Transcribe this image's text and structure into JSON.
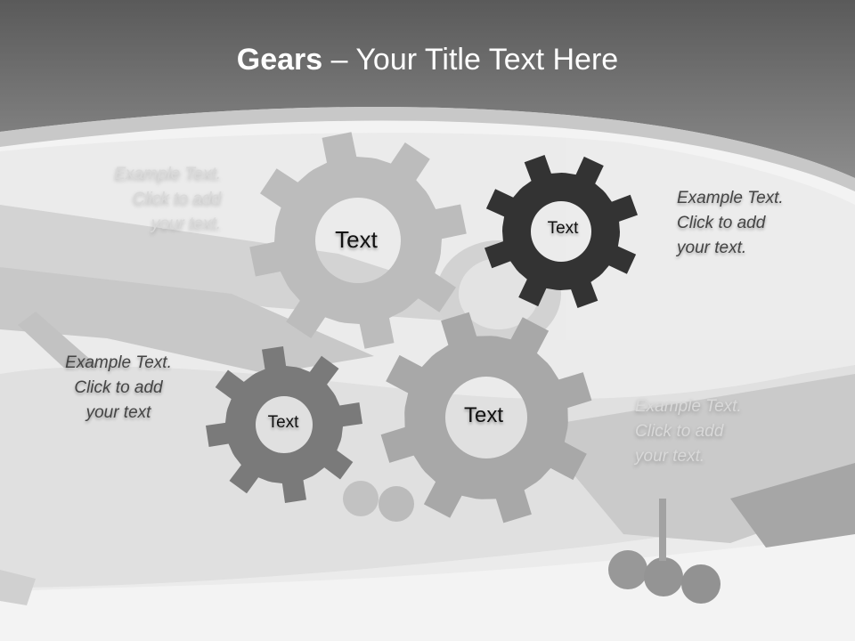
{
  "title": {
    "strong": "Gears",
    "rest": " – Your Title Text Here"
  },
  "gears": [
    {
      "label": "Text",
      "color": "#bcbcbc"
    },
    {
      "label": "Text",
      "color": "#333333"
    },
    {
      "label": "Text",
      "color": "#7a7a7a"
    },
    {
      "label": "Text",
      "color": "#a8a8a8"
    }
  ],
  "notes": [
    {
      "lines": [
        "Example Text.",
        "Click  to add",
        "your text."
      ]
    },
    {
      "lines": [
        "Example Text.",
        "Click  to add",
        "your text."
      ]
    },
    {
      "lines": [
        "Example Text.",
        "Click  to add",
        "your text"
      ]
    },
    {
      "lines": [
        "Example Text.",
        "Click  to add",
        "your text."
      ]
    }
  ],
  "colors": {
    "header": "#6a6a6a",
    "body": "#f3f3f3",
    "photo_gray": "#c9c9c9"
  },
  "background_image": "airplane-photo"
}
